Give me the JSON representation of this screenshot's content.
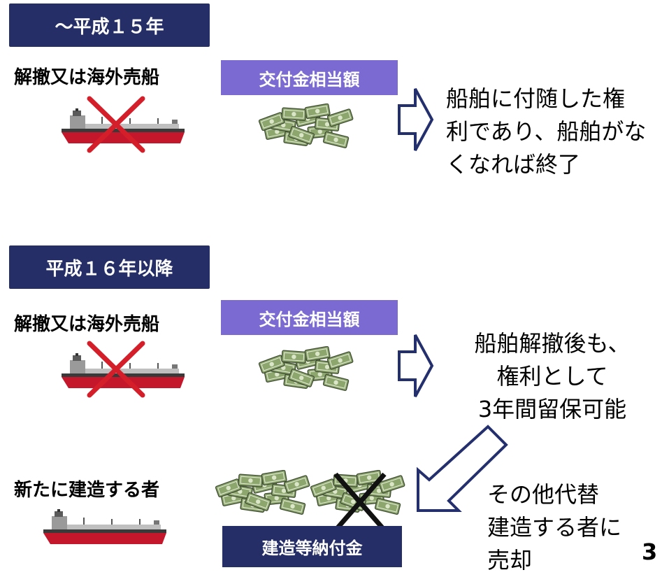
{
  "section1": {
    "era": "～平成１５年",
    "seller_label": "解撤又は海外売船",
    "grant_label": "交付金相当額",
    "description": [
      "船舶に付随した権",
      "利であり、船舶がな",
      "くなれば終了"
    ]
  },
  "section2": {
    "era": "平成１６年以降",
    "seller_label": "解撤又は海外売船",
    "grant_label": "交付金相当額",
    "description": [
      "船舶解撤後も、",
      "権利として",
      "3年間留保可能"
    ]
  },
  "section3": {
    "builder_label": "新たに建造する者",
    "payment_label": "建造等納付金",
    "description": [
      "その他代替",
      "建造する者に",
      "売却"
    ]
  },
  "page_number": "3",
  "colors": {
    "navy": "#252e66",
    "lavender": "#7b6ad2",
    "cross_red": "#d41f2a",
    "arrow": "#24306e",
    "money_green": "#7f9a63"
  }
}
